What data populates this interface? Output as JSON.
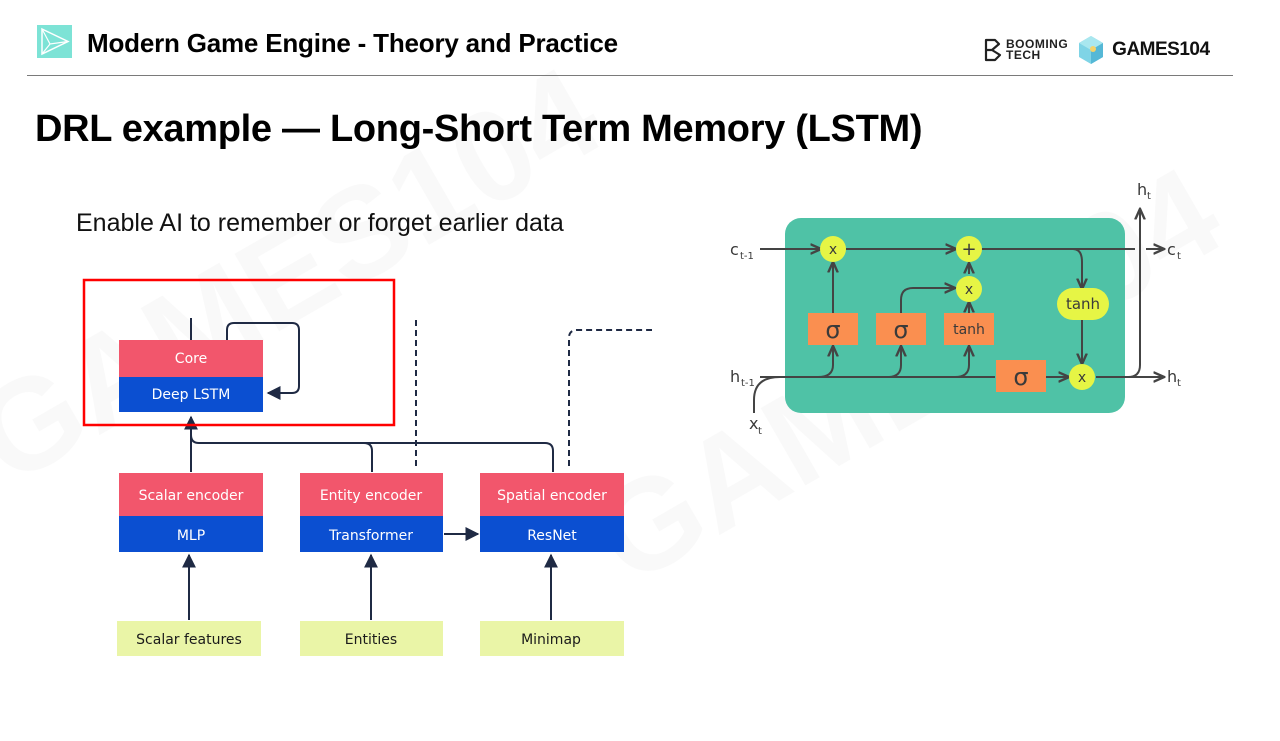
{
  "header": {
    "logo_icon": "play-triangle-logo-icon",
    "course_title": "Modern Game Engine - Theory and Practice",
    "brand_booming_line1": "BOOMING",
    "brand_booming_line2": "TECH",
    "brand_games104": "GAMES104"
  },
  "slide": {
    "title": "DRL example — Long-Short Term Memory (LSTM)",
    "subtitle": "Enable AI to remember or forget earlier data"
  },
  "architecture": {
    "highlight_color": "#ff0000",
    "top_color": "#f2566c",
    "bottom_color": "#0b4fd1",
    "feature_color": "#eaf5a7",
    "core": {
      "top": "Core",
      "bottom": "Deep LSTM"
    },
    "encoders": [
      {
        "top": "Scalar encoder",
        "bottom": "MLP",
        "input": "Scalar features"
      },
      {
        "top": "Entity encoder",
        "bottom": "Transformer",
        "input": "Entities"
      },
      {
        "top": "Spatial encoder",
        "bottom": "ResNet",
        "input": "Minimap"
      }
    ]
  },
  "lstm_cell": {
    "cell_color": "#4fc2a6",
    "gate_color": "#fa8f50",
    "op_color": "#e6f545",
    "inputs": {
      "c_prev": "c",
      "c_prev_sub": "t-1",
      "h_prev": "h",
      "h_prev_sub": "t-1",
      "x": "x",
      "x_sub": "t"
    },
    "outputs": {
      "c": "c",
      "c_sub": "t",
      "h": "h",
      "h_sub": "t",
      "h_top": "h",
      "h_top_sub": "t"
    },
    "gates": [
      "σ",
      "σ",
      "tanh",
      "σ"
    ],
    "ops": {
      "forget_mul": "x",
      "add": "+",
      "input_mul": "x",
      "output_mul": "x",
      "out_tanh": "tanh"
    }
  }
}
